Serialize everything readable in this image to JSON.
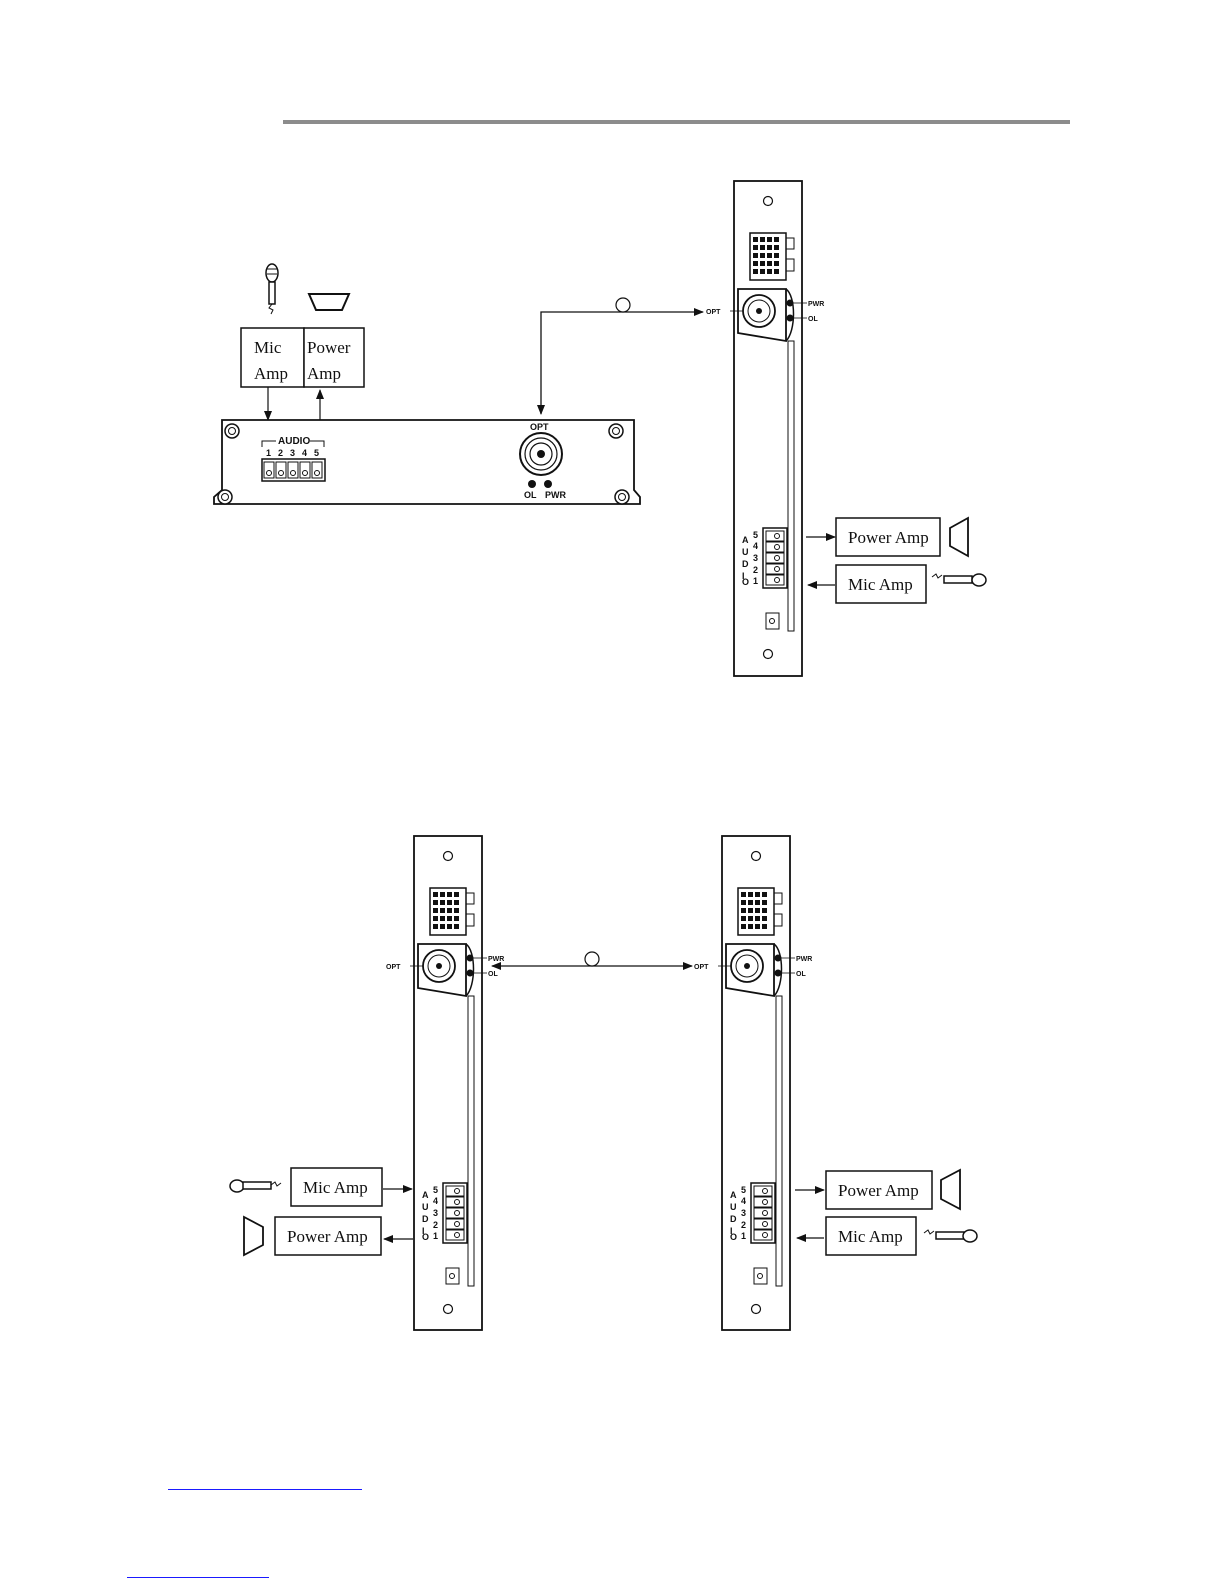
{
  "diagram1": {
    "standalone_unit": {
      "audio_label": "AUDIO",
      "pin_numbers": [
        "1",
        "2",
        "3",
        "4",
        "5"
      ],
      "opt_label": "OPT",
      "led_labels": [
        "OL",
        "PWR"
      ]
    },
    "mic_amp_box": {
      "line1": "Mic",
      "line2": "Amp"
    },
    "power_amp_box": {
      "line1": "Power",
      "line2": "Amp"
    },
    "rack_card": {
      "opt_label": "OPT",
      "led_labels": [
        "PWR",
        "OL"
      ],
      "audio_vertical": [
        "A",
        "U",
        "D",
        "I",
        "O"
      ],
      "pin_numbers": [
        "5",
        "4",
        "3",
        "2",
        "1"
      ]
    },
    "right_power_amp": "Power Amp",
    "right_mic_amp": "Mic Amp"
  },
  "diagram2": {
    "left_card": {
      "opt_label": "OPT",
      "led_labels": [
        "PWR",
        "OL"
      ],
      "audio_vertical": [
        "A",
        "U",
        "D",
        "I",
        "O"
      ],
      "pin_numbers": [
        "5",
        "4",
        "3",
        "2",
        "1"
      ]
    },
    "right_card": {
      "opt_label": "OPT",
      "led_labels": [
        "PWR",
        "OL"
      ],
      "audio_vertical": [
        "A",
        "U",
        "D",
        "I",
        "O"
      ],
      "pin_numbers": [
        "5",
        "4",
        "3",
        "2",
        "1"
      ]
    },
    "left_mic_amp": "Mic Amp",
    "left_power_amp": "Power Amp",
    "right_power_amp": "Power Amp",
    "right_mic_amp": "Mic Amp"
  },
  "footer": {
    "link1": "",
    "link2": ""
  }
}
